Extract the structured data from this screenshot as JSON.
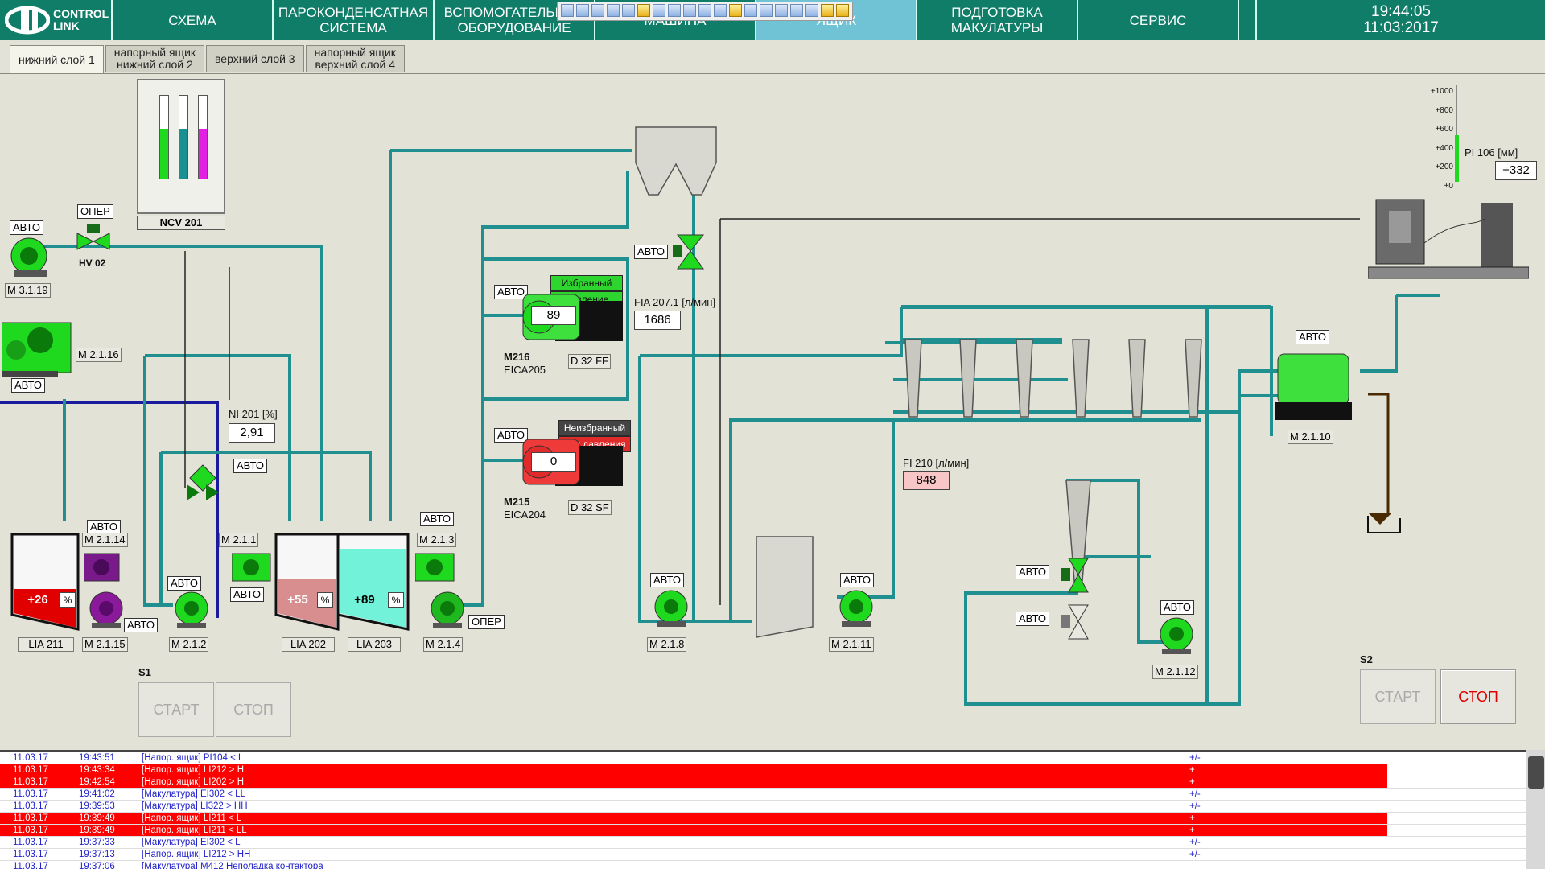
{
  "app": {
    "logo_line1": "CONTROL",
    "logo_line2": "LINK",
    "nav": [
      {
        "l1": "СХЕМА",
        "l2": ""
      },
      {
        "l1": "ПАРОКОНДЕНСАТНАЯ",
        "l2": "СИСТЕМА"
      },
      {
        "l1": "ВСПОМОГАТЕЛЬНОЕ",
        "l2": "ОБОРУДОВАНИЕ"
      },
      {
        "l1": "",
        "l2": "МАШИНА"
      },
      {
        "l1": "",
        "l2": "ЯЩИК"
      },
      {
        "l1": "ПОДГОТОВКА",
        "l2": "МАКУЛАТУРЫ"
      },
      {
        "l1": "СЕРВИС",
        "l2": ""
      }
    ],
    "time": "19:44:05",
    "date": "11:03:2017",
    "accent": "#0f7d68"
  },
  "tabs": [
    {
      "l1": "нижний слой 1",
      "l2": ""
    },
    {
      "l1": "напорный ящик",
      "l2": "нижний слой 2"
    },
    {
      "l1": "верхний слой 3",
      "l2": ""
    },
    {
      "l1": "напорный ящик",
      "l2": "верхний слой 4"
    }
  ],
  "labels": {
    "avto": "АВТО",
    "oper": "ОПЕР",
    "ncv": "NCV 201",
    "hv02": "HV 02",
    "m3119": "M 3.1.19",
    "m2116": "M 2.1.16",
    "ni201": "NI 201 [%]",
    "ni201_val": "2,91",
    "m2114": "M 2.1.14",
    "m2115": "M 2.1.15",
    "m212": "M 2.1.2",
    "m211": "M 2.1.1",
    "m213": "M 2.1.3",
    "m214": "M 2.1.4",
    "lia211": "LIA 211",
    "lia202": "LIA 202",
    "lia203": "LIA 203",
    "lia211_val": "+26",
    "lia202_val": "+55",
    "lia203_val": "+89",
    "pct": "%",
    "m216": "M216",
    "eica205": "EICA205",
    "m216_val": "89",
    "d32ff": "D 32 FF",
    "m215": "M215",
    "eica204": "EICA204",
    "m215_val": "0",
    "d32sf": "D 32 SF",
    "selected": "Избранный",
    "pressure": "Давление",
    "unselected": "Неизбранный",
    "no_pressure": "Нет давления",
    "fia2071": "FIA 207.1 [л/мин]",
    "fia2071_val": "1686",
    "fi210": "FI 210 [л/мин]",
    "fi210_val": "848",
    "m218": "M 2.1.8",
    "m2111": "M 2.1.11",
    "m2112": "M 2.1.12",
    "m2110": "M 2.1.10",
    "pi106": "PI 106 [мм]",
    "pi106_val": "+332",
    "pi_ticks": [
      "+1000",
      "+800",
      "+600",
      "+400",
      "+200",
      "+0"
    ],
    "s1": "S1",
    "s2": "S2",
    "start": "СТАРТ",
    "stop": "СТОП"
  },
  "alarms": [
    {
      "date": "11.03.17",
      "time": "19:43:51",
      "text": "[Напор. ящик] PI104 < L",
      "state": "+/-",
      "red": false
    },
    {
      "date": "11.03.17",
      "time": "19:43:34",
      "text": "[Напор. ящик] LI212 > H",
      "state": "+",
      "red": true
    },
    {
      "date": "11.03.17",
      "time": "19:42:54",
      "text": "[Напор. ящик] LI202 > H",
      "state": "+",
      "red": true
    },
    {
      "date": "11.03.17",
      "time": "19:41:02",
      "text": "[Макулатура] EI302 < LL",
      "state": "+/-",
      "red": false
    },
    {
      "date": "11.03.17",
      "time": "19:39:53",
      "text": "[Макулатура] LI322 > HH",
      "state": "+/-",
      "red": false
    },
    {
      "date": "11.03.17",
      "time": "19:39:49",
      "text": "[Напор. ящик] LI211 < L",
      "state": "+",
      "red": true
    },
    {
      "date": "11.03.17",
      "time": "19:39:49",
      "text": "[Напор. ящик] LI211 < LL",
      "state": "+",
      "red": true
    },
    {
      "date": "11.03.17",
      "time": "19:37:33",
      "text": "[Макулатура] EI302 < L",
      "state": "+/-",
      "red": false
    },
    {
      "date": "11.03.17",
      "time": "19:37:13",
      "text": "[Напор. ящик] LI212 > HH",
      "state": "+/-",
      "red": false
    },
    {
      "date": "11.03.17",
      "time": "19:37:06",
      "text": "[Макулатура] М412 Неполадка контактора",
      "state": "",
      "red": false
    }
  ]
}
